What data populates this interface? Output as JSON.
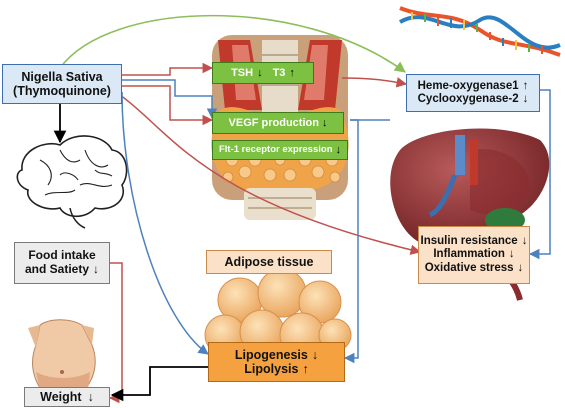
{
  "nigella": {
    "line1": "Nigella Sativa",
    "line2": "(Thymoquinone)"
  },
  "thyroid": {
    "tsh": "TSH",
    "tsh_arrow": "↓",
    "t3": "T3",
    "t3_arrow": "↑",
    "vegf": "VEGF production",
    "vegf_arrow": "↓",
    "flt1": "Flt-1  receptor expression",
    "flt1_arrow": "↓"
  },
  "heme": {
    "line1": "Heme-oxygenase1",
    "line1_arrow": "↑",
    "line2": "Cyclooxygenase-2",
    "line2_arrow": "↓"
  },
  "food": {
    "line1": "Food intake",
    "line2": "and Satiety",
    "line2_arrow": "↓"
  },
  "adipose": {
    "label": "Adipose tissue"
  },
  "lipo": {
    "line1": "Lipogenesis",
    "line1_arrow": "↓",
    "line2": "Lipolysis",
    "line2_arrow": "↑"
  },
  "insulin": {
    "line1": "Insulin resistance",
    "line1_arrow": "↓",
    "line2": "Inflammation",
    "line2_arrow": "↓",
    "line3": "Oxidative stress",
    "line3_arrow": "↓"
  },
  "weight": {
    "label": "Weight",
    "arrow": "↓"
  },
  "colors": {
    "red": "#c0504d",
    "blue": "#4f81bd",
    "green": "#8cbf5a",
    "black": "#000000"
  },
  "icons": [
    "dna-icon",
    "thyroid-gland-icon",
    "brain-icon",
    "liver-icon",
    "adipose-cells-icon",
    "torso-icon"
  ]
}
